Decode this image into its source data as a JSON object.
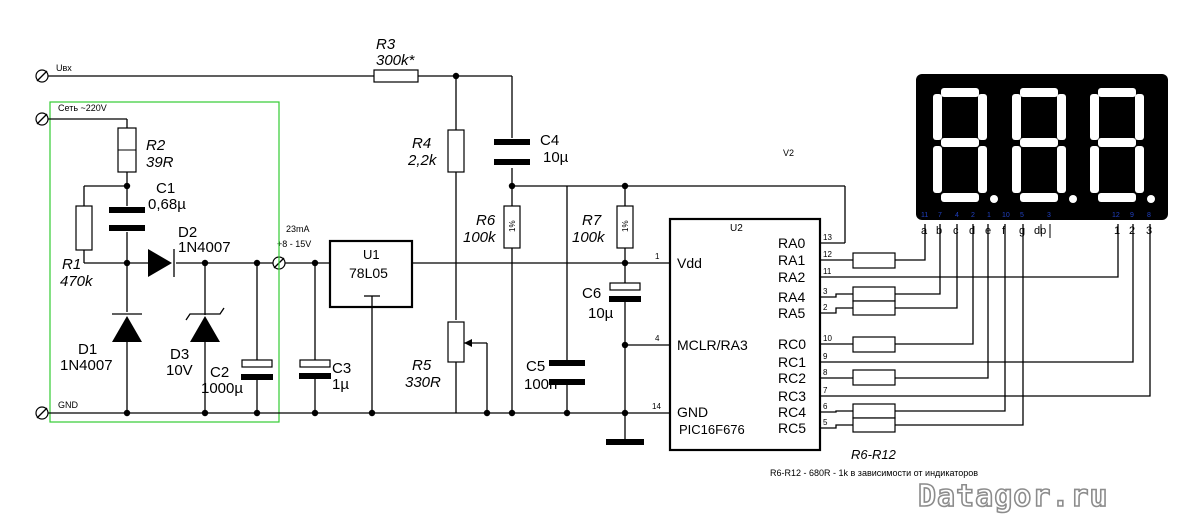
{
  "terminals": {
    "input": "Uвх",
    "mains": "Сеть ~220V",
    "gnd": "GND"
  },
  "supply": {
    "current": "23mA",
    "voltage": "+8 - 15V"
  },
  "components": {
    "R1": {
      "ref": "R1",
      "value": "470k"
    },
    "R2": {
      "ref": "R2",
      "value": "39R"
    },
    "R3": {
      "ref": "R3",
      "value": "300k*"
    },
    "R4": {
      "ref": "R4",
      "value": "2,2k"
    },
    "R5": {
      "ref": "R5",
      "value": "330R"
    },
    "R6": {
      "ref": "R6",
      "value": "100k",
      "tol": "1%"
    },
    "R7": {
      "ref": "R7",
      "value": "100k",
      "tol": "1%"
    },
    "C1": {
      "ref": "C1",
      "value": "0,68µ"
    },
    "C2": {
      "ref": "C2",
      "value": "1000µ"
    },
    "C3": {
      "ref": "C3",
      "value": "1µ"
    },
    "C4": {
      "ref": "C4",
      "value": "10µ"
    },
    "C5": {
      "ref": "C5",
      "value": "100n"
    },
    "C6": {
      "ref": "C6",
      "value": "10µ"
    },
    "D1": {
      "ref": "D1",
      "value": "1N4007"
    },
    "D2": {
      "ref": "D2",
      "value": "1N4007"
    },
    "D3": {
      "ref": "D3",
      "value": "10V"
    },
    "U1": {
      "ref": "U1",
      "value": "78L05"
    },
    "U2": {
      "ref": "U2",
      "value": "PIC16F676"
    },
    "V2": {
      "ref": "V2"
    }
  },
  "mcu_pins": {
    "vdd": {
      "name": "Vdd",
      "num": "1"
    },
    "mclr": {
      "name": "MCLR/RA3",
      "num": "4"
    },
    "gnd": {
      "name": "GND",
      "num": "14"
    },
    "right": [
      {
        "name": "RA0",
        "num": "13"
      },
      {
        "name": "RA1",
        "num": "12"
      },
      {
        "name": "RA2",
        "num": "11"
      },
      {
        "name": "RA4",
        "num": "3"
      },
      {
        "name": "RA5",
        "num": "2"
      },
      {
        "name": "RC0",
        "num": "10"
      },
      {
        "name": "RC1",
        "num": "9"
      },
      {
        "name": "RC2",
        "num": "8"
      },
      {
        "name": "RC3",
        "num": "7"
      },
      {
        "name": "RC4",
        "num": "6"
      },
      {
        "name": "RC5",
        "num": "5"
      }
    ]
  },
  "display": {
    "segment_letters": {
      "a": "a",
      "b": "b",
      "c": "c",
      "d": "d",
      "e": "e",
      "f": "f",
      "g": "g"
    },
    "pin_labels": [
      "a",
      "b",
      "c",
      "d",
      "e",
      "f",
      "g",
      "dp",
      "1",
      "2",
      "3"
    ],
    "small_pins": [
      "11",
      "7",
      "4",
      "2",
      "1",
      "10",
      "5",
      "3",
      "12",
      "9",
      "8"
    ]
  },
  "resistor_array": {
    "label": "R6-R12",
    "note": "R6-R12 - 680R - 1k в зависимости от индикаторов"
  },
  "watermark": "Datagor.ru"
}
